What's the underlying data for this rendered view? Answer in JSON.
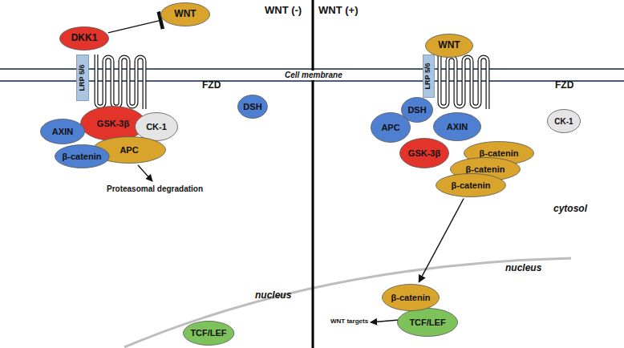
{
  "diagram": {
    "nodes": [
      {
        "text": [
          "WNT"
        ]
      },
      {
        "text": [
          "DKK1"
        ]
      },
      {
        "text": [
          "LRP 5/6"
        ]
      },
      {
        "text": [
          "DSH"
        ]
      },
      {
        "text": [
          "GSK-3β"
        ]
      },
      {
        "text": [
          "AXIN"
        ]
      },
      {
        "text": [
          "CK-1"
        ]
      },
      {
        "text": [
          "APC"
        ]
      },
      {
        "text": [
          "β-catenin"
        ]
      },
      {
        "text": [
          "WNT"
        ]
      },
      {
        "text": [
          "LRP 5/6"
        ]
      },
      {
        "text": [
          "GSK-3β"
        ]
      },
      {
        "text": [
          "DSH"
        ]
      },
      {
        "text": [
          "APC"
        ]
      },
      {
        "text": [
          "AXIN"
        ]
      },
      {
        "text": [
          "CK-1"
        ]
      },
      {
        "text": [
          "β-catenin"
        ]
      },
      {
        "text": [
          "β-catenin"
        ]
      },
      {
        "text": [
          "β-catenin"
        ]
      },
      {
        "text": [
          "β-catenin"
        ]
      },
      {
        "text": [
          "TCF/LEF"
        ]
      },
      {
        "text": [
          "TCF/LEF"
        ]
      }
    ],
    "edges": [
      {
        "from": 1,
        "to": 0,
        "arrow": "to"
      },
      {
        "from": 18,
        "to": 19,
        "arrow": "to"
      }
    ],
    "labels": [
      "WNT (-)",
      "WNT (+)",
      "Cell membrane",
      "FZD",
      "FZD",
      "Proteasomal degradation",
      "cytosol",
      "nucleus",
      "nucleus",
      "WNT targets"
    ]
  }
}
